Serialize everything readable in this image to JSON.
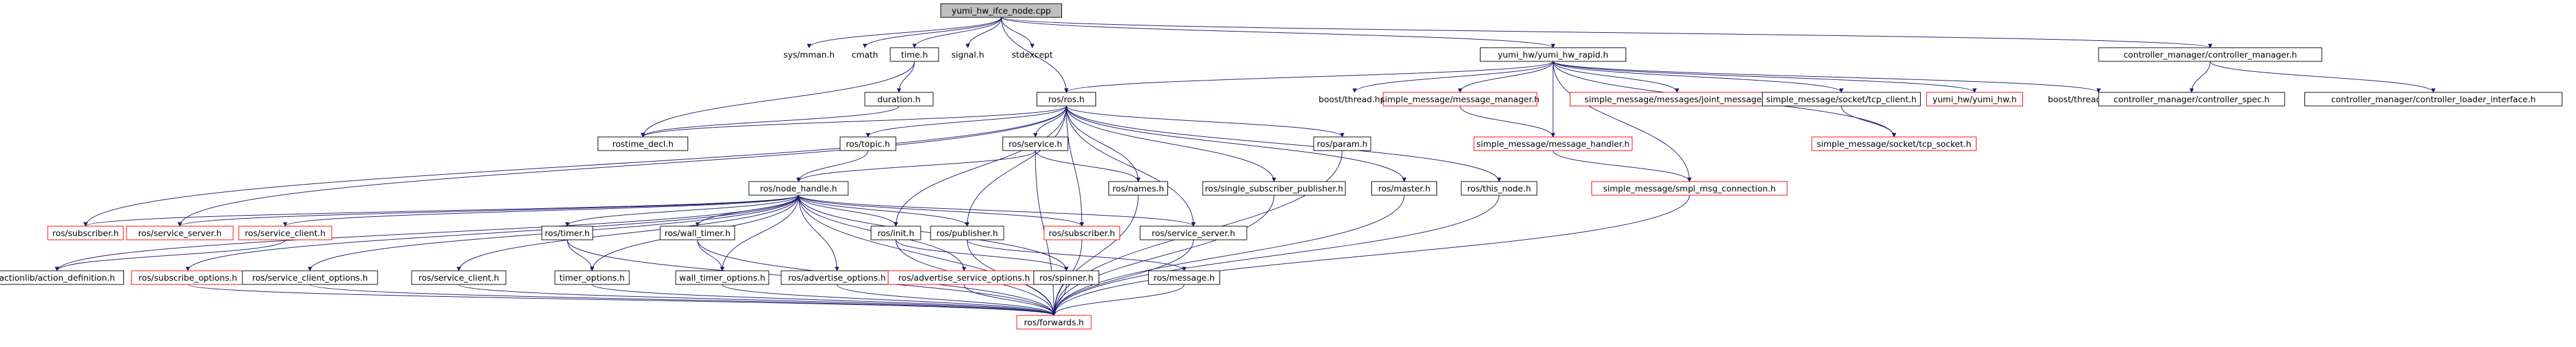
{
  "diagram": {
    "type": "include-dependency-graph",
    "colors": {
      "edge": "#191970",
      "node_border_default": "#000000",
      "node_border_missing": "#ff0000",
      "root_fill": "#bfbfbf",
      "node_fill": "#ffffff"
    },
    "nodes": [
      {
        "id": "root",
        "label": "yumi_hw_ifce_node.cpp",
        "kind": "root"
      },
      {
        "id": "sysmman",
        "label": "sys/mman.h",
        "kind": "plain"
      },
      {
        "id": "cmath",
        "label": "cmath",
        "kind": "plain"
      },
      {
        "id": "timeh",
        "label": "time.h",
        "kind": "normal"
      },
      {
        "id": "signalh",
        "label": "signal.h",
        "kind": "plain"
      },
      {
        "id": "stdexcept",
        "label": "stdexcept",
        "kind": "plain"
      },
      {
        "id": "yumirapid",
        "label": "yumi_hw/yumi_hw_rapid.h",
        "kind": "normal"
      },
      {
        "id": "cmh",
        "label": "controller_manager/controller_manager.h",
        "kind": "normal"
      },
      {
        "id": "duration",
        "label": "duration.h",
        "kind": "normal"
      },
      {
        "id": "rostime",
        "label": "rostime_decl.h",
        "kind": "normal"
      },
      {
        "id": "rosros",
        "label": "ros/ros.h",
        "kind": "normal"
      },
      {
        "id": "boostthread",
        "label": "boost/thread.hpp",
        "kind": "plain"
      },
      {
        "id": "smmanager",
        "label": "simple_message/message_manager.h",
        "kind": "missing"
      },
      {
        "id": "smjoint",
        "label": "simple_message/messages/joint_message.h",
        "kind": "missing"
      },
      {
        "id": "smtcpclient",
        "label": "simple_message/socket/tcp_client.h",
        "kind": "normal"
      },
      {
        "id": "yumihw",
        "label": "yumi_hw/yumi_hw.h",
        "kind": "missing"
      },
      {
        "id": "boostmutex",
        "label": "boost/thread/mutex.hpp",
        "kind": "plain"
      },
      {
        "id": "cmspec",
        "label": "controller_manager/controller_spec.h",
        "kind": "normal"
      },
      {
        "id": "cmloader",
        "label": "controller_manager/controller_loader_interface.h",
        "kind": "normal"
      },
      {
        "id": "smhandler",
        "label": "simple_message/message_handler.h",
        "kind": "missing"
      },
      {
        "id": "smtcpsocket",
        "label": "simple_message/socket/tcp_socket.h",
        "kind": "missing"
      },
      {
        "id": "smplconn",
        "label": "simple_message/smpl_msg_connection.h",
        "kind": "missing"
      },
      {
        "id": "rostopic",
        "label": "ros/topic.h",
        "kind": "normal"
      },
      {
        "id": "rosservice",
        "label": "ros/service.h",
        "kind": "normal"
      },
      {
        "id": "rosparam",
        "label": "ros/param.h",
        "kind": "normal"
      },
      {
        "id": "nodehandle",
        "label": "ros/node_handle.h",
        "kind": "normal"
      },
      {
        "id": "rosnames",
        "label": "ros/names.h",
        "kind": "normal"
      },
      {
        "id": "singlesub",
        "label": "ros/single_subscriber_publisher.h",
        "kind": "normal"
      },
      {
        "id": "rosmaster",
        "label": "ros/master.h",
        "kind": "normal"
      },
      {
        "id": "thisnode",
        "label": "ros/this_node.h",
        "kind": "normal"
      },
      {
        "id": "rossubscriber",
        "label": "ros/subscriber.h",
        "kind": "missing"
      },
      {
        "id": "rossrvserver1",
        "label": "ros/service_server.h",
        "kind": "missing"
      },
      {
        "id": "rossrvclient1",
        "label": "ros/service_client.h",
        "kind": "missing"
      },
      {
        "id": "rostimer",
        "label": "ros/timer.h",
        "kind": "normal"
      },
      {
        "id": "rostimerm",
        "label": "ros/timer.h",
        "kind": "missing"
      },
      {
        "id": "walltimer",
        "label": "ros/wall_timer.h",
        "kind": "normal"
      },
      {
        "id": "rosinit",
        "label": "ros/init.h",
        "kind": "normal"
      },
      {
        "id": "rospublisher",
        "label": "ros/publisher.h",
        "kind": "normal"
      },
      {
        "id": "rossubscriber2",
        "label": "ros/subscriber.h",
        "kind": "missing"
      },
      {
        "id": "rossrvserver2",
        "label": "ros/service_server.h",
        "kind": "normal"
      },
      {
        "id": "actionlib",
        "label": "actionlib/action_definition.h",
        "kind": "normal"
      },
      {
        "id": "subopts",
        "label": "ros/subscribe_options.h",
        "kind": "missing"
      },
      {
        "id": "srvclientopts",
        "label": "ros/service_client_options.h",
        "kind": "normal"
      },
      {
        "id": "rossrvclient2",
        "label": "ros/service_client.h",
        "kind": "normal"
      },
      {
        "id": "timeropts",
        "label": "timer_options.h",
        "kind": "normal"
      },
      {
        "id": "walltimeropts",
        "label": "wall_timer_options.h",
        "kind": "normal"
      },
      {
        "id": "advopts",
        "label": "ros/advertise_options.h",
        "kind": "normal"
      },
      {
        "id": "advsrvopts",
        "label": "ros/advertise_service_options.h",
        "kind": "missing"
      },
      {
        "id": "rosspinner",
        "label": "ros/spinner.h",
        "kind": "normal"
      },
      {
        "id": "rosmessage",
        "label": "ros/message.h",
        "kind": "normal"
      },
      {
        "id": "forwards",
        "label": "ros/forwards.h",
        "kind": "missing"
      }
    ],
    "edges": [
      [
        "root",
        "sysmman"
      ],
      [
        "root",
        "cmath"
      ],
      [
        "root",
        "timeh"
      ],
      [
        "root",
        "signalh"
      ],
      [
        "root",
        "stdexcept"
      ],
      [
        "root",
        "rosros"
      ],
      [
        "root",
        "yumirapid"
      ],
      [
        "root",
        "cmh"
      ],
      [
        "timeh",
        "duration"
      ],
      [
        "timeh",
        "rostime"
      ],
      [
        "duration",
        "rostime"
      ],
      [
        "yumirapid",
        "rosros"
      ],
      [
        "yumirapid",
        "boostthread"
      ],
      [
        "yumirapid",
        "smmanager"
      ],
      [
        "yumirapid",
        "smjoint"
      ],
      [
        "yumirapid",
        "smtcpclient"
      ],
      [
        "yumirapid",
        "yumihw"
      ],
      [
        "yumirapid",
        "boostmutex"
      ],
      [
        "yumirapid",
        "smhandler"
      ],
      [
        "yumirapid",
        "smplconn"
      ],
      [
        "yumirapid",
        "smtcpsocket"
      ],
      [
        "cmh",
        "cmspec"
      ],
      [
        "cmh",
        "cmloader"
      ],
      [
        "smmanager",
        "smhandler"
      ],
      [
        "smtcpclient",
        "smtcpsocket"
      ],
      [
        "smhandler",
        "smplconn"
      ],
      [
        "rosros",
        "rostime"
      ],
      [
        "rosros",
        "rostopic"
      ],
      [
        "rosros",
        "rosservice"
      ],
      [
        "rosros",
        "rosparam"
      ],
      [
        "rosros",
        "rosnames"
      ],
      [
        "rosros",
        "singlesub"
      ],
      [
        "rosros",
        "rosmaster"
      ],
      [
        "rosros",
        "thisnode"
      ],
      [
        "rosros",
        "rossubscriber"
      ],
      [
        "rosros",
        "rossrvserver1"
      ],
      [
        "rosros",
        "rosinit"
      ],
      [
        "rosros",
        "rospublisher"
      ],
      [
        "rosros",
        "rossubscriber2"
      ],
      [
        "rosros",
        "rossrvserver2"
      ],
      [
        "rostopic",
        "nodehandle"
      ],
      [
        "rosservice",
        "nodehandle"
      ],
      [
        "rosservice",
        "rosnames"
      ],
      [
        "rosservice",
        "forwards"
      ],
      [
        "rosparam",
        "forwards"
      ],
      [
        "nodehandle",
        "rossubscriber"
      ],
      [
        "nodehandle",
        "rossrvserver1"
      ],
      [
        "nodehandle",
        "rossrvclient1"
      ],
      [
        "nodehandle",
        "rostimer"
      ],
      [
        "nodehandle",
        "walltimer"
      ],
      [
        "nodehandle",
        "rosinit"
      ],
      [
        "nodehandle",
        "rospublisher"
      ],
      [
        "nodehandle",
        "rossubscriber2"
      ],
      [
        "nodehandle",
        "rossrvserver2"
      ],
      [
        "nodehandle",
        "actionlib"
      ],
      [
        "nodehandle",
        "subopts"
      ],
      [
        "nodehandle",
        "srvclientopts"
      ],
      [
        "nodehandle",
        "rossrvclient2"
      ],
      [
        "nodehandle",
        "timeropts"
      ],
      [
        "nodehandle",
        "walltimeropts"
      ],
      [
        "nodehandle",
        "advopts"
      ],
      [
        "nodehandle",
        "advsrvopts"
      ],
      [
        "nodehandle",
        "rosspinner"
      ],
      [
        "nodehandle",
        "forwards"
      ],
      [
        "rossrvclient1",
        "actionlib"
      ],
      [
        "rostimer",
        "timeropts"
      ],
      [
        "rostimer",
        "forwards"
      ],
      [
        "walltimer",
        "walltimeropts"
      ],
      [
        "walltimer",
        "forwards"
      ],
      [
        "rosinit",
        "rosspinner"
      ],
      [
        "rosinit",
        "forwards"
      ],
      [
        "rospublisher",
        "rosmessage"
      ],
      [
        "rospublisher",
        "forwards"
      ],
      [
        "rossubscriber2",
        "forwards"
      ],
      [
        "rossrvserver2",
        "forwards"
      ],
      [
        "rosnames",
        "forwards"
      ],
      [
        "singlesub",
        "forwards"
      ],
      [
        "rosmaster",
        "forwards"
      ],
      [
        "thisnode",
        "forwards"
      ],
      [
        "subopts",
        "forwards"
      ],
      [
        "srvclientopts",
        "forwards"
      ],
      [
        "rossrvclient2",
        "forwards"
      ],
      [
        "timeropts",
        "forwards"
      ],
      [
        "walltimeropts",
        "forwards"
      ],
      [
        "advopts",
        "forwards"
      ],
      [
        "advsrvopts",
        "forwards"
      ],
      [
        "rosspinner",
        "forwards"
      ],
      [
        "rosmessage",
        "forwards"
      ],
      [
        "smplconn",
        "forwards"
      ]
    ]
  }
}
